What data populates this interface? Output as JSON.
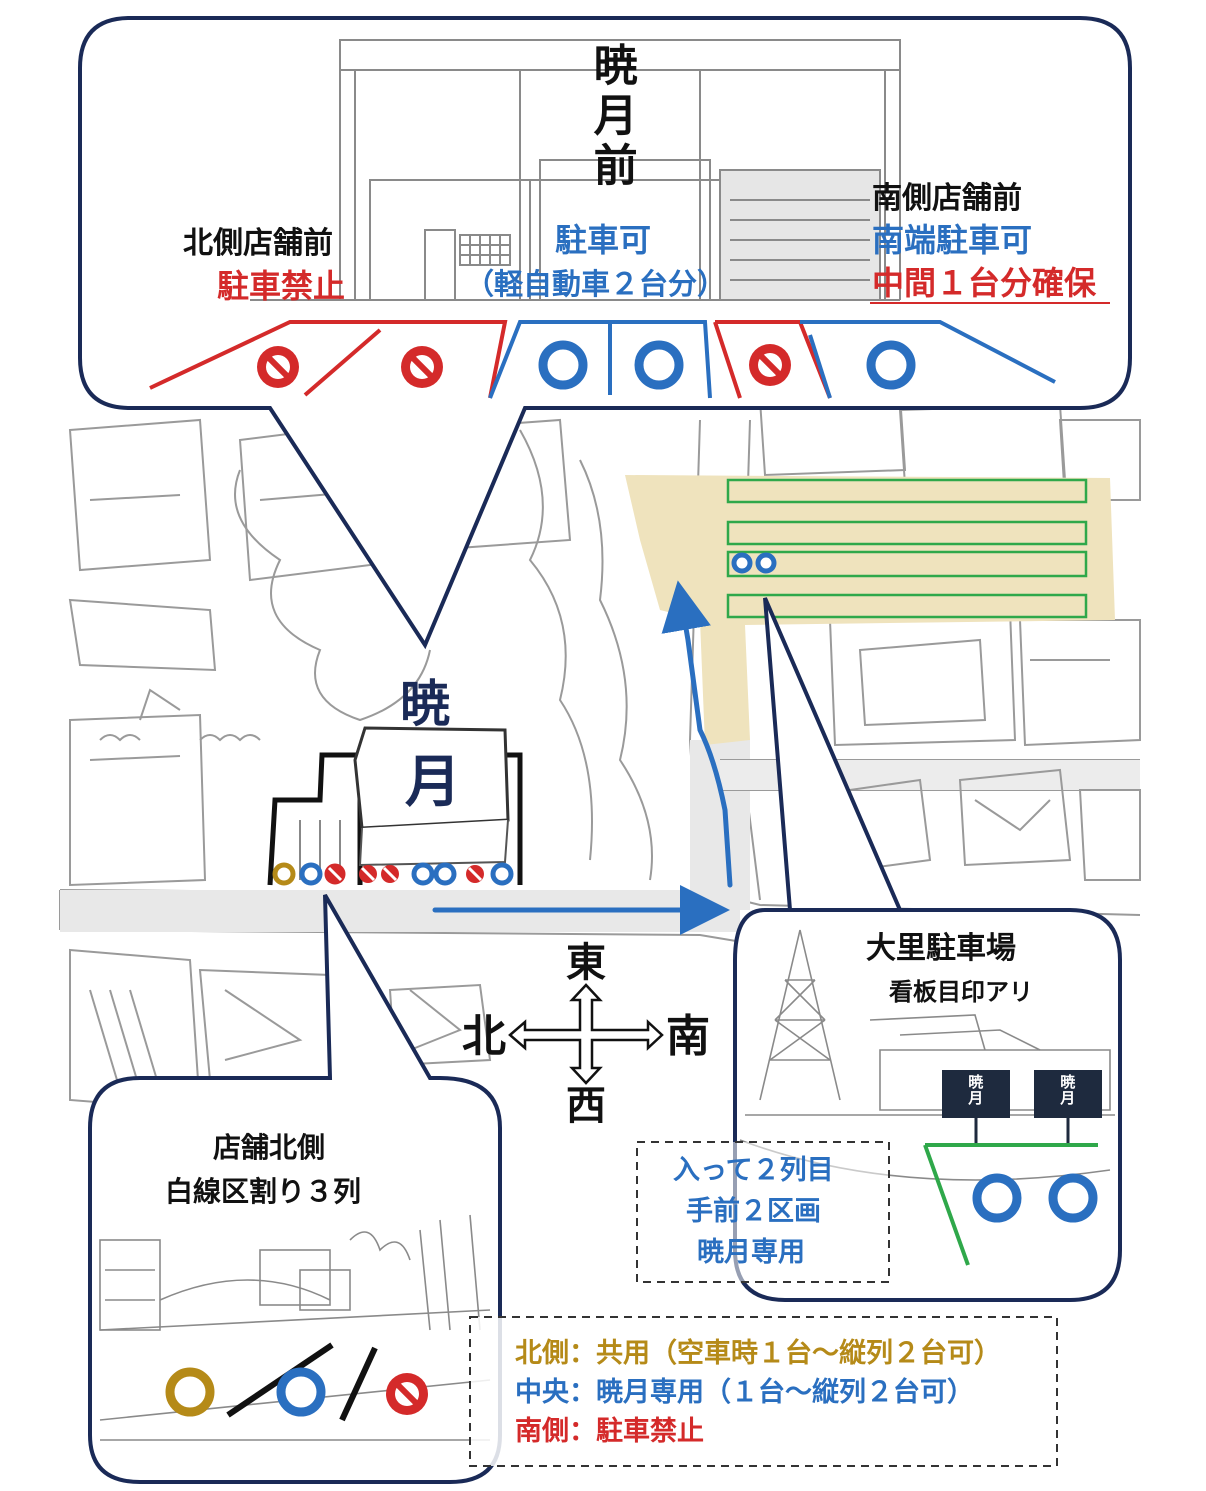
{
  "store": {
    "name_vertical": "暁月前",
    "north_front": {
      "title": "北側店舗前",
      "status": "駐車禁止"
    },
    "center_front": {
      "status": "駐車可",
      "note": "（軽自動車２台分）"
    },
    "south_front": {
      "title": "南側店舗前",
      "status": "南端駐車可",
      "note": "中間１台分確保"
    }
  },
  "map": {
    "store_label_line1": "暁",
    "store_label_line2": "月",
    "compass": {
      "east": "東",
      "west": "西",
      "north": "北",
      "south": "南"
    }
  },
  "parking_lot": {
    "title": "大里駐車場",
    "subtitle": "看板目印アリ",
    "sign1": "暁月",
    "sign2": "暁月",
    "instructions": [
      "入って２列目",
      "手前２区画",
      "暁月専用"
    ]
  },
  "north_side": {
    "title_line1": "店舗北側",
    "title_line2": "白線区割り３列"
  },
  "legend": [
    {
      "area": "北側",
      "sep": "：",
      "desc": "共用（空車時１台〜縦列２台可）",
      "color": "#b58a18"
    },
    {
      "area": "中央",
      "sep": "：",
      "desc": "暁月専用（１台〜縦列２台可）",
      "color": "#2a6fc0"
    },
    {
      "area": "南側",
      "sep": "：",
      "desc": "駐車禁止",
      "color": "#d42a2a"
    }
  ],
  "colors": {
    "navy": "#1a2a57",
    "ok_blue": "#2a6fc0",
    "ng_red": "#d42a2a",
    "shared_gold": "#b58a18",
    "lot_fill": "#efe3bd",
    "lot_line": "#2fa84a"
  },
  "icons": [
    "prohibited-icon",
    "ok-circle-icon",
    "shared-circle-icon",
    "compass-arrow-icon",
    "route-arrow-icon"
  ]
}
